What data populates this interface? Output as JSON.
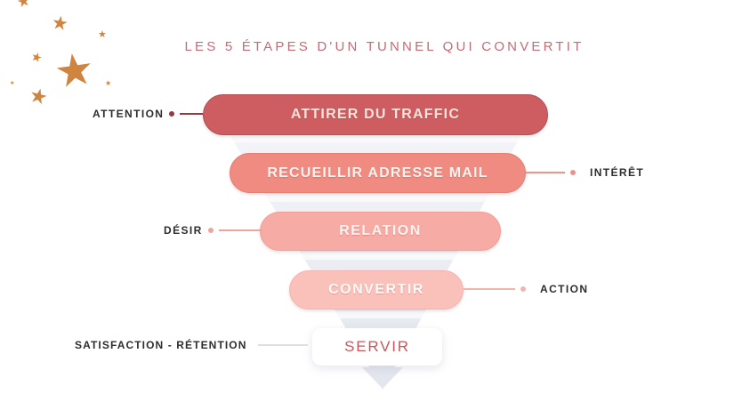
{
  "title": {
    "text": "LES 5 ÉTAPES D'UN TUNNEL QUI CONVERTIT",
    "color": "#c66b76"
  },
  "funnel": {
    "shape_top_color": "#f3f4f8",
    "shape_bottom_color": "#e3e6ee",
    "stages": [
      {
        "label": "ATTIRER DU TRAFFIC",
        "annotation": "ATTENTION",
        "side": "left",
        "bar_color": "#cd5d60",
        "border_color": "#b25055",
        "text_color": "#f8e3dc",
        "connector_color": "#8f3b40"
      },
      {
        "label": "RECUEILLIR ADRESSE MAIL",
        "annotation": "INTÉRÊT",
        "side": "right",
        "bar_color": "#ef8b81",
        "border_color": "#e67e74",
        "text_color": "#fdf3ee",
        "connector_color": "#ec9289"
      },
      {
        "label": "RELATION",
        "annotation": "DÉSIR",
        "side": "left",
        "bar_color": "#f6aca4",
        "border_color": "#efa098",
        "text_color": "#fdf4f1",
        "connector_color": "#eda49c"
      },
      {
        "label": "CONVERTIR",
        "annotation": "ACTION",
        "side": "right",
        "bar_color": "#fac1bb",
        "border_color": "#f5b3ad",
        "text_color": "#fefaf8",
        "connector_color": "#f2b4ae"
      },
      {
        "label": "SERVIR",
        "annotation": "SATISFACTION - RÉTENTION",
        "side": "left",
        "bar_color": "#ffffff",
        "border_color": "#ffffff",
        "text_color": "#c8565e",
        "connector_color": "#dcdfe6"
      }
    ]
  },
  "labels": {
    "color": "#2d2d2d"
  },
  "decor": {
    "star_glyph": "★",
    "star_color": "#cf8440"
  }
}
